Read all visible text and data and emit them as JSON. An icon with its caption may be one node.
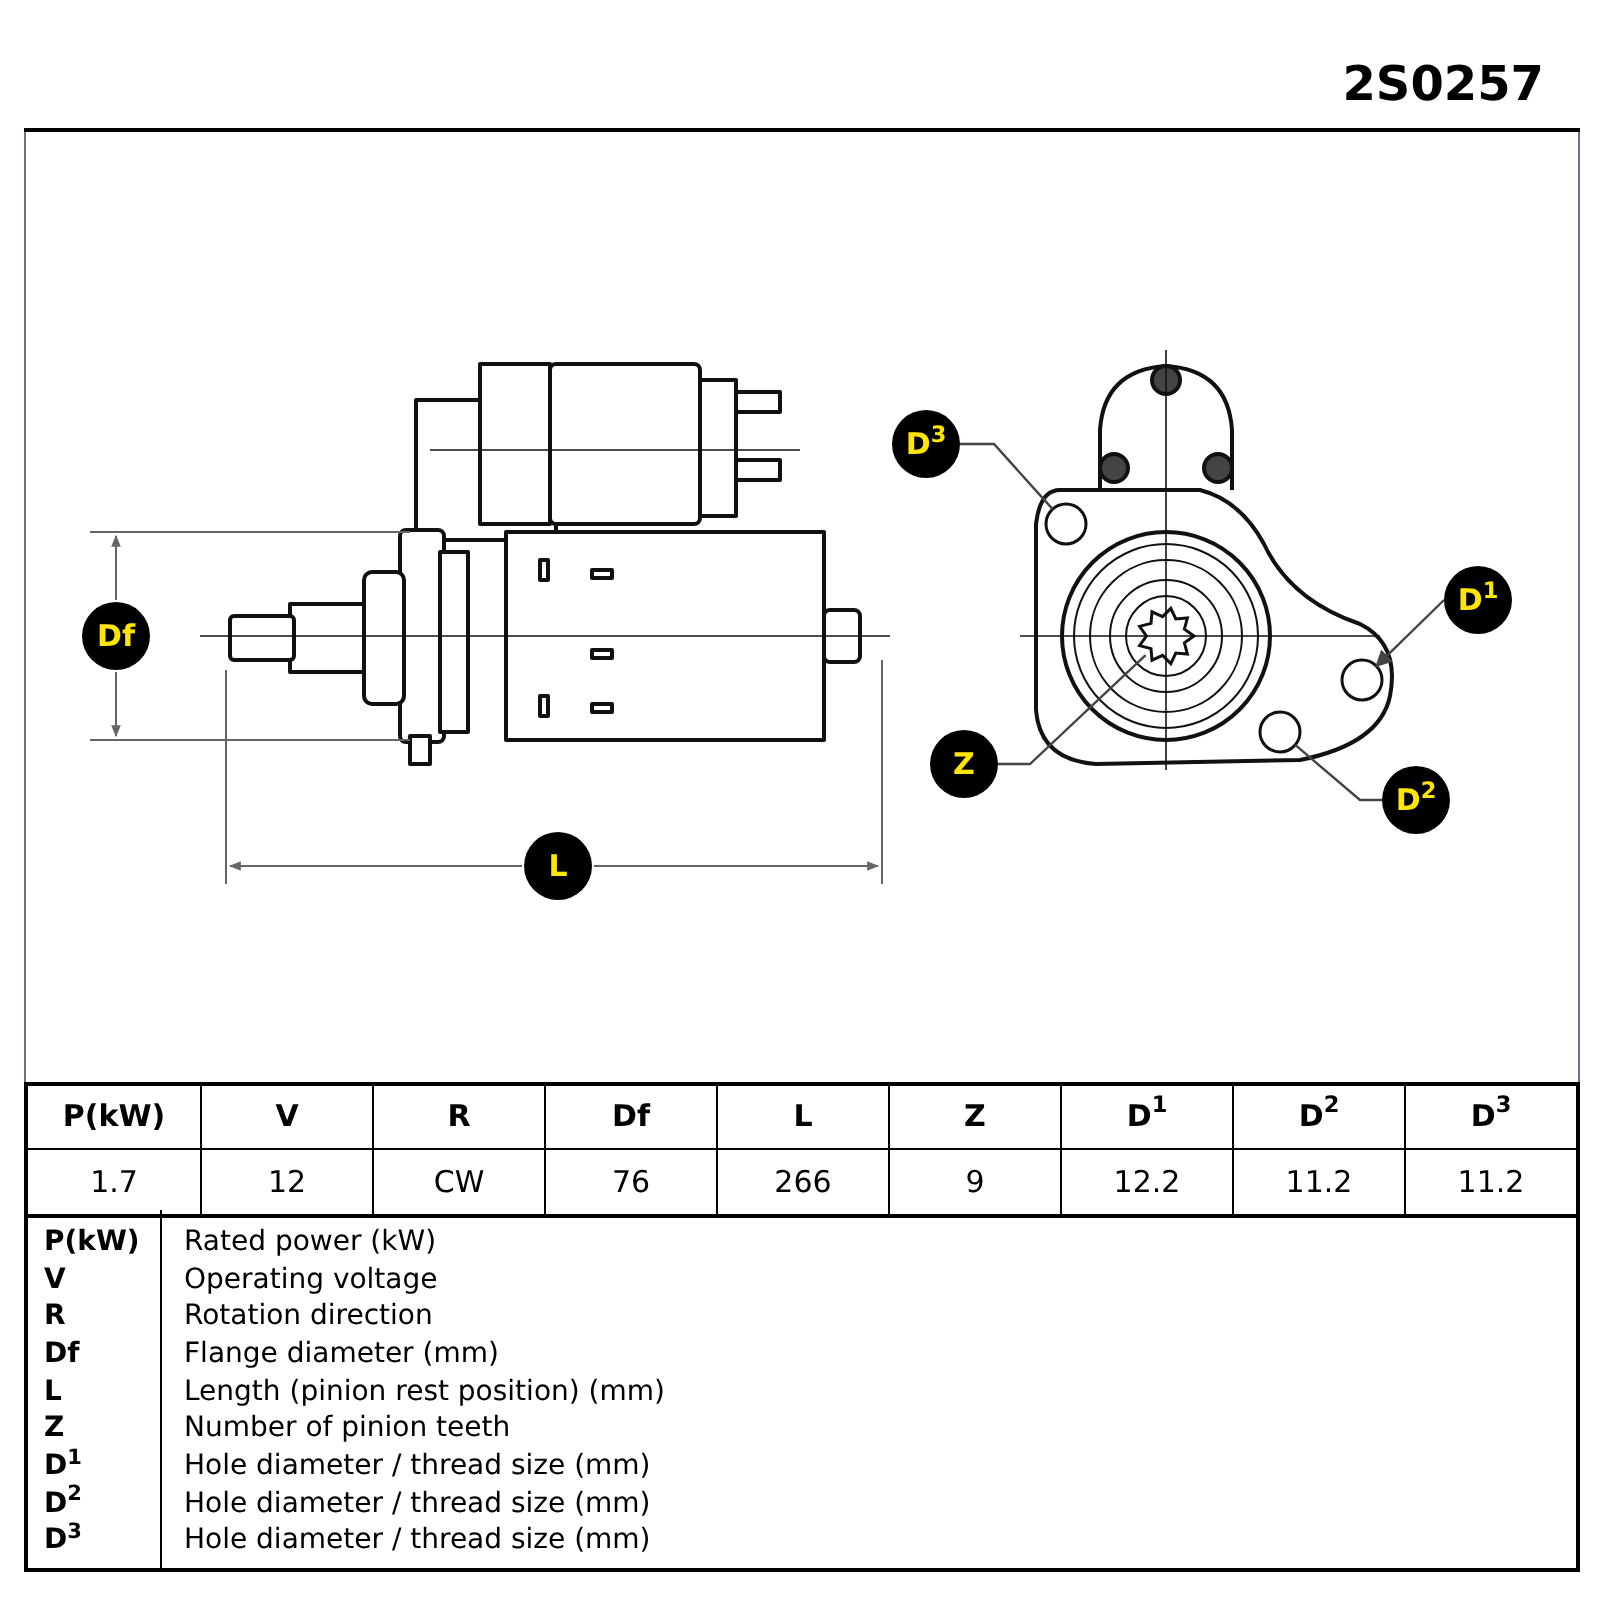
{
  "diagram": {
    "nodes": [
      {
        "text": [
          "D$^{3}$"
        ]
      },
      {
        "text": [
          "D$^{1}$"
        ]
      },
      {
        "text": [
          "Z"
        ]
      },
      {
        "text": [
          "D$^{2}$"
        ]
      },
      {
        "text": [],
        "shape": "circle"
      },
      {
        "text": [],
        "shape": "circle"
      },
      {
        "text": [],
        "shape": "gear"
      },
      {
        "text": [],
        "shape": "circle"
      }
    ],
    "edges": [
      {
        "from": 0,
        "to": 4,
        "arrow": "none"
      },
      {
        "from": 1,
        "to": 5,
        "arrow": "to"
      },
      {
        "from": 2,
        "to": 6,
        "arrow": "none"
      },
      {
        "from": 3,
        "to": 7,
        "arrow": "none"
      }
    ],
    "labels": [
      "2S0257",
      "Df",
      "L",
      "P(kW)",
      "V",
      "R",
      "Df",
      "L",
      "Z",
      "D$^{1}$",
      "D$^{2}$",
      "D$^{3}$",
      "1.7",
      "12",
      "CW",
      "76",
      "266",
      "9",
      "12.2",
      "11.2",
      "11.2",
      "P(kW)",
      "Rated power (kW)",
      "V",
      "Operating voltage",
      "R",
      "Rotation direction",
      "Df",
      "Flange diameter (mm)",
      "L",
      "Length (pinion rest position) (mm)",
      "Z",
      "Number of pinion teeth",
      "D$^{1}$",
      "Hole diameter / thread size (mm)",
      "D$^{2}$",
      "Hole diameter / thread size (mm)",
      "D$^{3}$",
      "Hole diameter / thread size (mm)"
    ]
  }
}
